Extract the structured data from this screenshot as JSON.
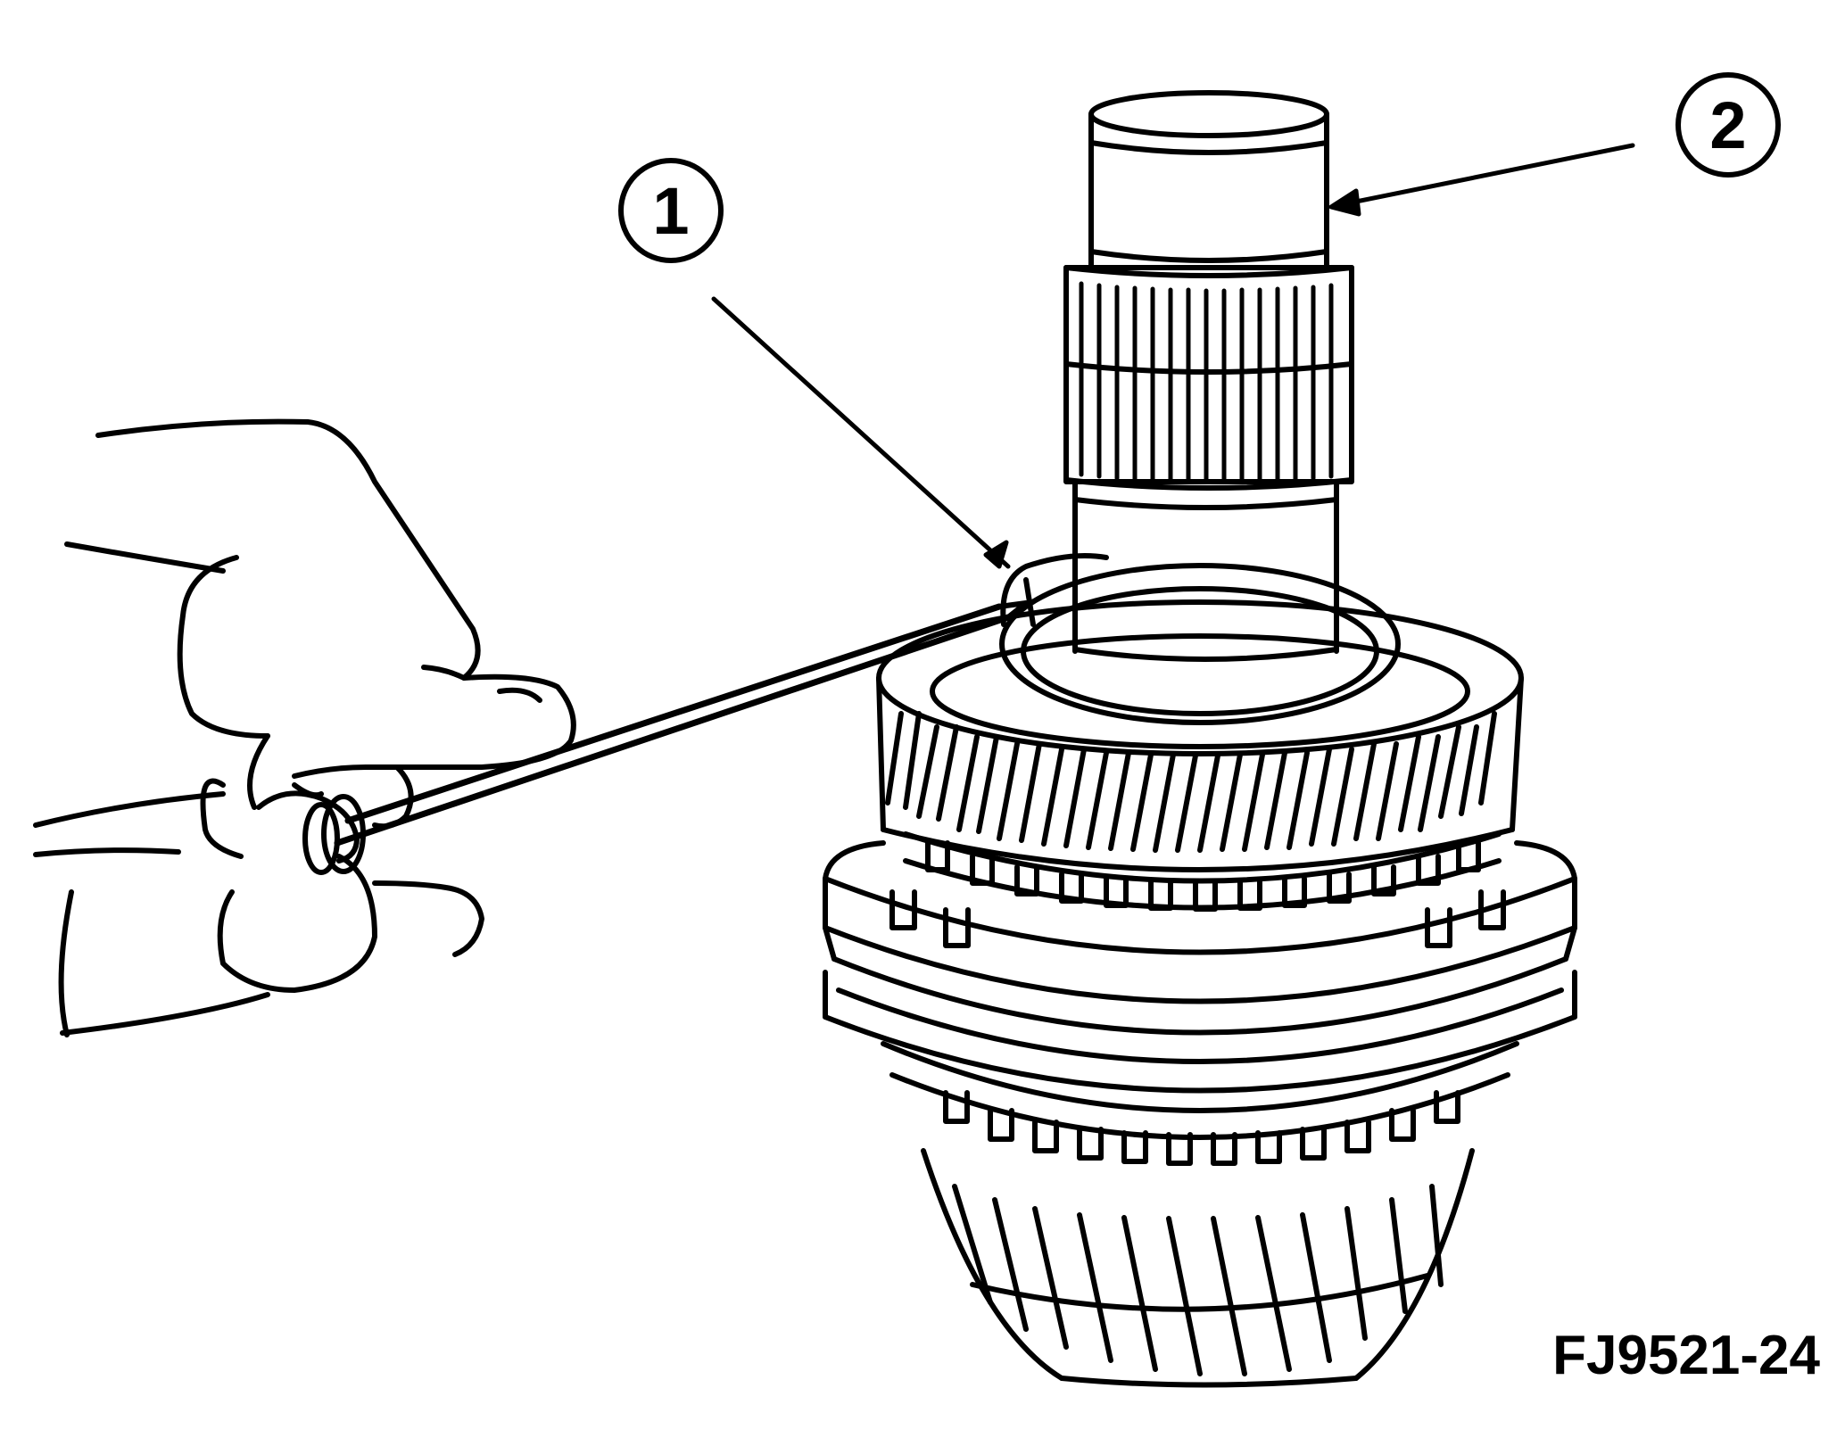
{
  "diagram": {
    "callouts": [
      {
        "number": "1"
      },
      {
        "number": "2"
      }
    ],
    "figure_id": "FJ9521-24",
    "colors": {
      "line": "#000000",
      "background": "#ffffff"
    }
  }
}
